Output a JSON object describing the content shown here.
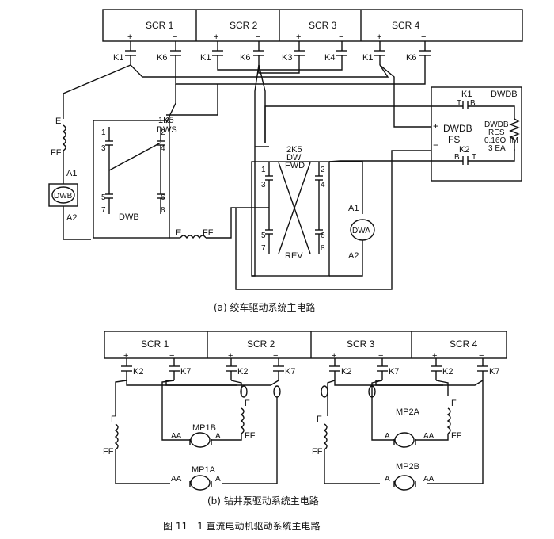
{
  "top": {
    "scr": [
      "SCR 1",
      "SCR 2",
      "SCR 3",
      "SCR 4"
    ],
    "contacts": [
      "K1",
      "K6",
      "K1",
      "K6",
      "K3",
      "K4",
      "K1",
      "K6"
    ],
    "dwdb_title": "DWDB",
    "dwdb_k1": "K1",
    "dwdb_k2": "K2",
    "dwdb_fs": "DWDB\nFS",
    "dwdb_res": "DWDB\nRES\n0.16OHM\n3 EA",
    "t_label": "T",
    "b_label": "B",
    "sw1_top": "1K5",
    "sw1_dws": "DWS",
    "sw1_dwb": "DWB",
    "sw2_top": "2K5",
    "sw2_dw": "DW",
    "sw2_fwd": "FWD",
    "sw2_rev": "REV",
    "motor_dwb": "DWB",
    "motor_dwa": "DWA",
    "a1": "A1",
    "a2": "A2",
    "e": "E",
    "ff": "FF",
    "caption": "(a) 绞车驱动系统主电路"
  },
  "bottom": {
    "scr": [
      "SCR 1",
      "SCR 2",
      "SCR 3",
      "SCR 4"
    ],
    "contacts": [
      "K2",
      "K7",
      "K2",
      "K7",
      "K2",
      "K7",
      "K2",
      "K7"
    ],
    "motors": [
      "MP1B",
      "MP1A",
      "MP2A",
      "MP2B"
    ],
    "aa": "AA",
    "a": "A",
    "f": "F",
    "ff": "FF",
    "caption": "(b) 钻井泵驱动系统主电路"
  },
  "figure_caption": "图 11－1    直流电动机驱动系统主电路"
}
